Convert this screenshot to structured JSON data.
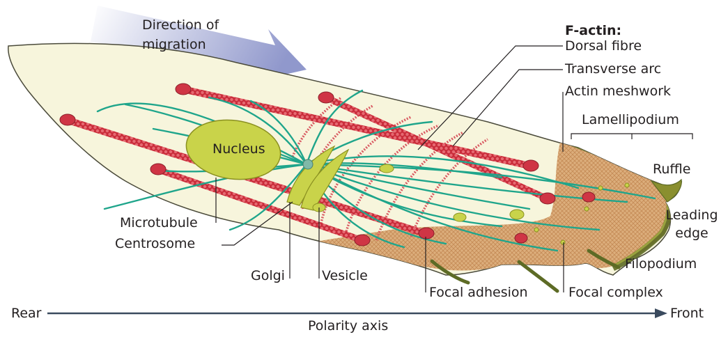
{
  "labels": {
    "direction_of_migration": [
      "Direction of",
      "migration"
    ],
    "f_actin_heading": "F-actin:",
    "dorsal_fibre": "Dorsal fibre",
    "transverse_arc": "Transverse arc",
    "actin_meshwork": "Actin meshwork",
    "lamellipodium": "Lamellipodium",
    "ruffle": "Ruffle",
    "leading_edge": [
      "Leading",
      "edge"
    ],
    "filopodium": "Filopodium",
    "focal_complex": "Focal complex",
    "focal_adhesion": "Focal adhesion",
    "vesicle": "Vesicle",
    "golgi": "Golgi",
    "centrosome": "Centrosome",
    "microtubule": "Microtubule",
    "nucleus": "Nucleus",
    "rear": "Rear",
    "front": "Front",
    "polarity_axis": "Polarity axis"
  },
  "colors": {
    "cell_fill": "#f7f5dc",
    "cell_outline": "#4a4a3a",
    "nucleus": "#c9d34a",
    "actin_red": "#d2353f",
    "adhesion": "#cf3545",
    "microtubule": "#1fa58b",
    "meshwork": "#d9a877",
    "edge_dark": "#5d6b25",
    "arrow_blue": "#8088c0",
    "axis": "#3a4a5e"
  }
}
